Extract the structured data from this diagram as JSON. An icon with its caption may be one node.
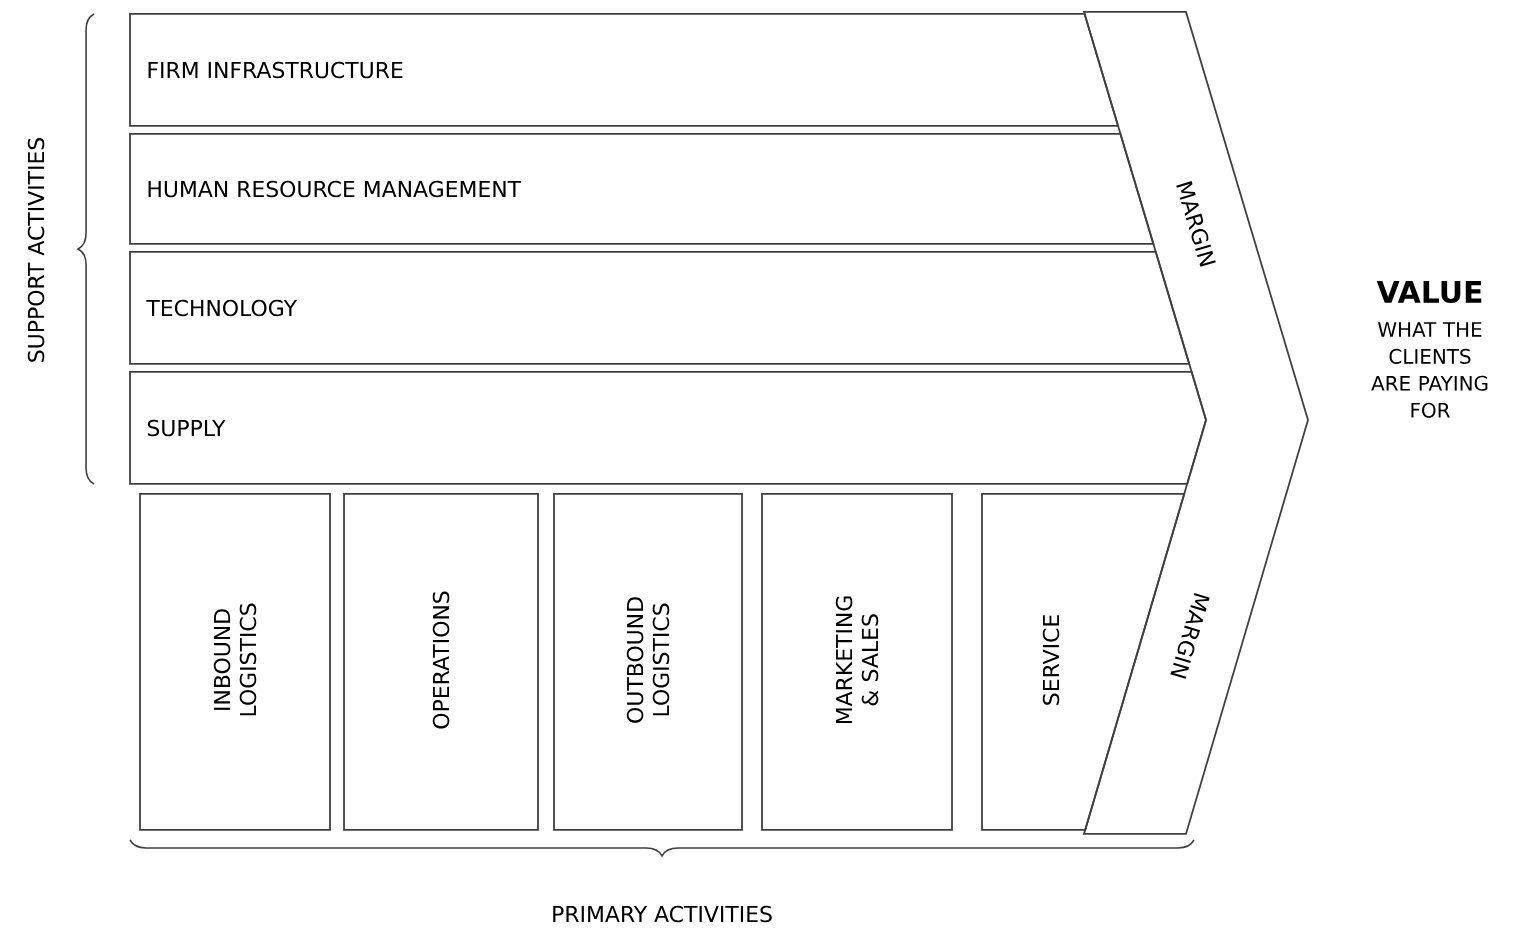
{
  "diagram": {
    "nodes": [
      {
        "text": [
          "FIRM INFRASTRUCTURE"
        ]
      },
      {
        "text": [
          "HUMAN RESOURCE MANAGEMENT"
        ]
      },
      {
        "text": [
          "TECHNOLOGY"
        ]
      },
      {
        "text": [
          "SUPPLY"
        ]
      },
      {
        "text": [
          "INBOUND LOGISTICS"
        ]
      },
      {
        "text": [
          "OPERATIONS"
        ]
      },
      {
        "text": [
          "OUTBOUND LOGISTICS"
        ]
      },
      {
        "text": [
          "MARKETING & SALES"
        ]
      },
      {
        "text": [
          "SERVICE"
        ]
      },
      {
        "text": [
          "MARGIN",
          "MARGIN"
        ]
      }
    ],
    "labels": [
      "SUPPORT ACTIVITIES",
      "VALUE",
      "WHAT THE CLIENTS ARE PAYING FOR",
      "PRIMARY ACTIVITIES"
    ]
  }
}
